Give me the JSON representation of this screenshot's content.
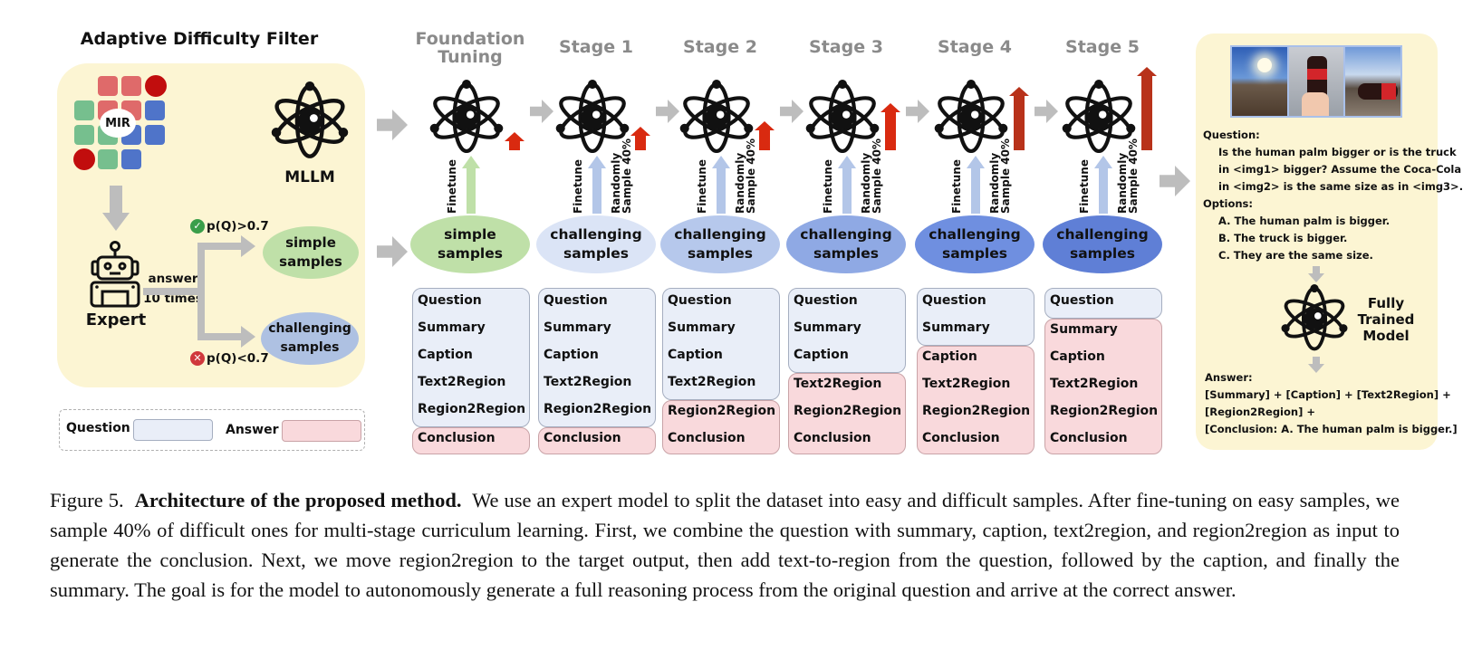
{
  "filter": {
    "title": "Adaptive Difficulty Filter",
    "mir_label": "MIR",
    "mllm_label": "MLLM",
    "expert_label": "Expert",
    "answer_times": [
      "answer",
      "10 times"
    ],
    "simple_condition": "p(Q)>0.7",
    "challenging_condition": "p(Q)<0.7",
    "simple_samples": [
      "simple",
      "samples"
    ],
    "challenging_samples": [
      "challenging",
      "samples"
    ]
  },
  "legend": {
    "question_label": "Question",
    "answer_label": "Answer",
    "question_color": "#e9eef8",
    "answer_color": "#f9d9dc"
  },
  "stages": [
    {
      "title": [
        "Foundation",
        "Tuning"
      ],
      "arrow_labels": [
        "Finetune"
      ],
      "samples": [
        "simple",
        "samples"
      ],
      "sample_color": "#bfe0a8",
      "improvement_level": 1,
      "question_items": [
        "Question",
        "Summary",
        "Caption",
        "Text2Region",
        "Region2Region"
      ],
      "answer_items": [
        "Conclusion"
      ]
    },
    {
      "title": [
        "Stage 1"
      ],
      "arrow_labels": [
        "Finetune",
        "Randomly",
        "Sample 40%"
      ],
      "samples": [
        "challenging",
        "samples"
      ],
      "sample_color": "#dbe4f6",
      "improvement_level": 2,
      "question_items": [
        "Question",
        "Summary",
        "Caption",
        "Text2Region",
        "Region2Region"
      ],
      "answer_items": [
        "Conclusion"
      ]
    },
    {
      "title": [
        "Stage 2"
      ],
      "arrow_labels": [
        "Finetune",
        "Randomly",
        "Sample 40%"
      ],
      "samples": [
        "challenging",
        "samples"
      ],
      "sample_color": "#b6c8ec",
      "improvement_level": 3,
      "question_items": [
        "Question",
        "Summary",
        "Caption",
        "Text2Region"
      ],
      "answer_items": [
        "Region2Region",
        "Conclusion"
      ]
    },
    {
      "title": [
        "Stage 3"
      ],
      "arrow_labels": [
        "Finetune",
        "Randomly",
        "Sample 40%"
      ],
      "samples": [
        "challenging",
        "samples"
      ],
      "sample_color": "#8fa9e4",
      "improvement_level": 4,
      "question_items": [
        "Question",
        "Summary",
        "Caption"
      ],
      "answer_items": [
        "Text2Region",
        "Region2Region",
        "Conclusion"
      ]
    },
    {
      "title": [
        "Stage 4"
      ],
      "arrow_labels": [
        "Finetune",
        "Randomly",
        "Sample 40%"
      ],
      "samples": [
        "challenging",
        "samples"
      ],
      "sample_color": "#6f8fe0",
      "improvement_level": 5,
      "question_items": [
        "Question",
        "Summary"
      ],
      "answer_items": [
        "Caption",
        "Text2Region",
        "Region2Region",
        "Conclusion"
      ]
    },
    {
      "title": [
        "Stage 5"
      ],
      "arrow_labels": [
        "Finetune",
        "Randomly",
        "Sample 40%"
      ],
      "samples": [
        "challenging",
        "samples"
      ],
      "sample_color": "#5f7fd6",
      "improvement_level": 6,
      "question_items": [
        "Question"
      ],
      "answer_items": [
        "Summary",
        "Caption",
        "Text2Region",
        "Region2Region",
        "Conclusion"
      ]
    }
  ],
  "example": {
    "images": [
      "img1: truck under sun",
      "img2: hand holding Coca-Cola bottle",
      "img3: truck with Coca-Cola bottle"
    ],
    "question_heading": "Question:",
    "question_lines": [
      "Is the human palm bigger or is the truck",
      "in <img1> bigger? Assume the Coca-Cola",
      "in <img2> is the same size as in <img3>."
    ],
    "options_heading": "Options:",
    "options": [
      "A. The human palm is bigger.",
      "B. The truck is bigger.",
      "C. They are the same size."
    ],
    "model_label": [
      "Fully",
      "Trained",
      "Model"
    ],
    "answer_heading": "Answer:",
    "answer_lines": [
      "[Summary] + [Caption] + [Text2Region] +",
      "[Region2Region] +",
      "[Conclusion: A. The human palm is bigger.]"
    ]
  },
  "caption": {
    "figure_label": "Figure 5.",
    "bold_title": "Architecture of the proposed method.",
    "body": "We use an expert model to split the dataset into easy and difficult samples. After fine-tuning on easy samples, we sample 40% of difficult ones for multi-stage curriculum learning. First, we combine the question with summary, caption, text2region, and region2region as input to generate the conclusion. Next, we move region2region to the target output, then add text-to-region from the question, followed by the caption, and finally the summary. The goal is for the model to autonomously generate a full reasoning process from the original question and arrive at the correct answer."
  },
  "colors": {
    "panel_bg": "#fcf5d3",
    "arrow_gray": "#bdbdbd",
    "improve_red": "#d92a10",
    "finetune_green": "#bfe0a8",
    "finetune_blue": "#b3c6e8"
  }
}
